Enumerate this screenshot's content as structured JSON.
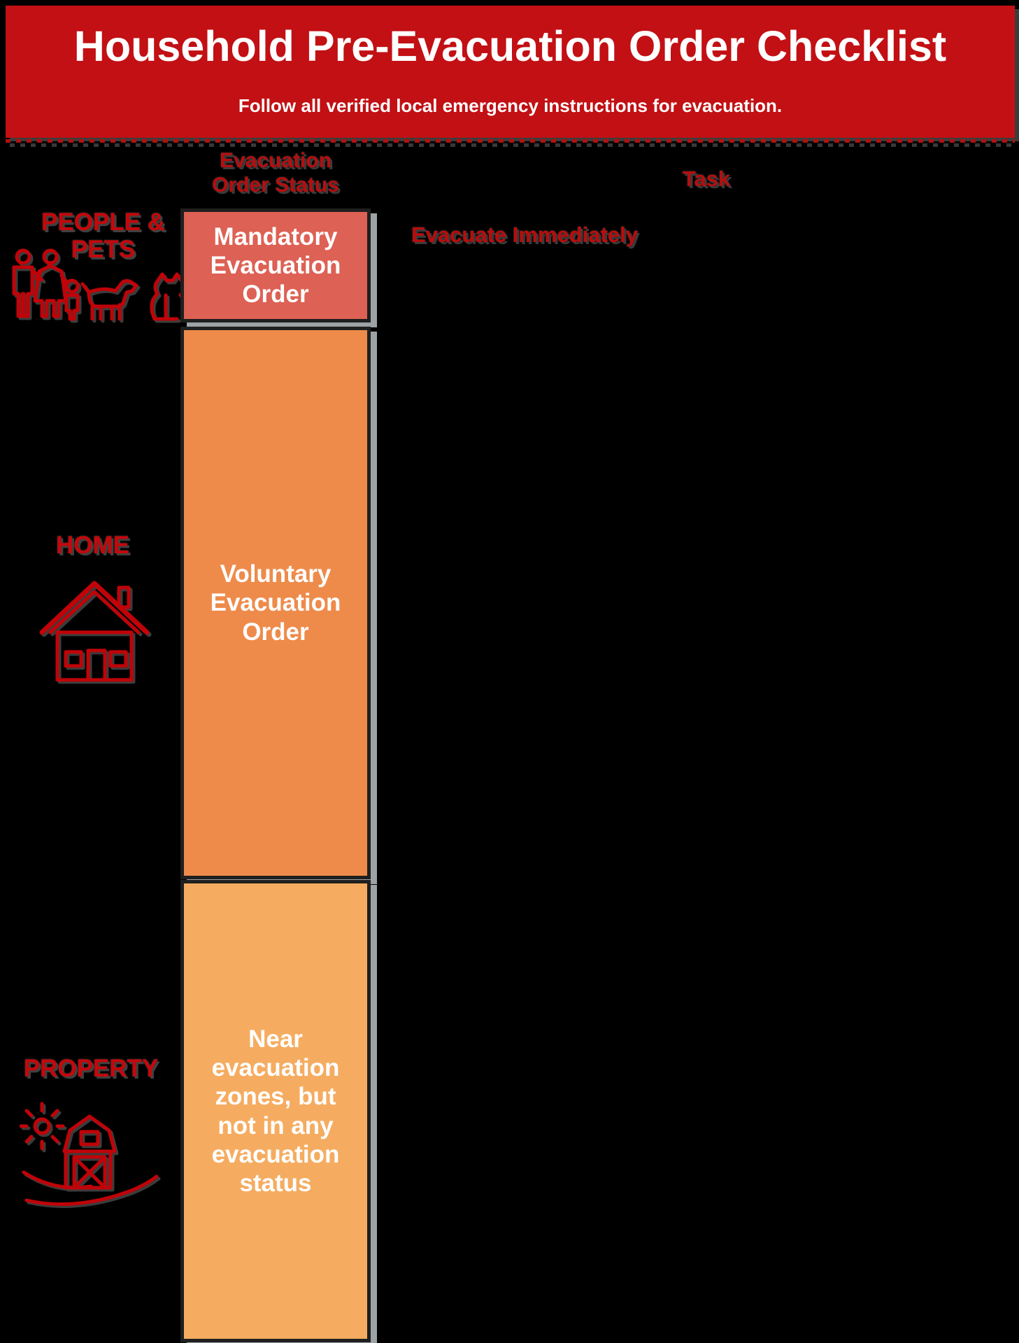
{
  "header": {
    "title": "Household Pre-Evacuation Order Checklist",
    "subtitle": "Follow all verified local emergency instructions for evacuation."
  },
  "columns": {
    "status_header": "Evacuation\nOrder Status",
    "task_header": "Task"
  },
  "categories": [
    {
      "label": "PEOPLE &\nPETS",
      "icons": [
        "family-icon",
        "dog-icon",
        "cat-icon"
      ]
    },
    {
      "label": "HOME",
      "icons": [
        "house-icon"
      ]
    },
    {
      "label": "PROPERTY",
      "icons": [
        "sun-icon",
        "barn-icon"
      ]
    }
  ],
  "rows": [
    {
      "status": "Mandatory\nEvacuation\nOrder",
      "status_color": "#DD6154",
      "task": "Evacuate Immediately"
    },
    {
      "status": "Voluntary\nEvacuation\nOrder",
      "status_color": "#EE8B4B"
    },
    {
      "status": "Near\nevacuation\nzones, but\nnot in any\nevacuation\nstatus",
      "status_color": "#F5AC60"
    }
  ],
  "colors": {
    "page_background": "#000000",
    "header_red": "#C21014",
    "heading_red": "#B50E0F",
    "label_red": "#C5070B",
    "icon_red": "#C00308",
    "mandatory_fill": "#DD6154",
    "voluntary_fill": "#EE8B4B",
    "near_fill": "#F5AC60",
    "box_border": "#1F1F1F",
    "shadow_grey": "#B9BEC2",
    "text_white": "#FFFFFF"
  }
}
